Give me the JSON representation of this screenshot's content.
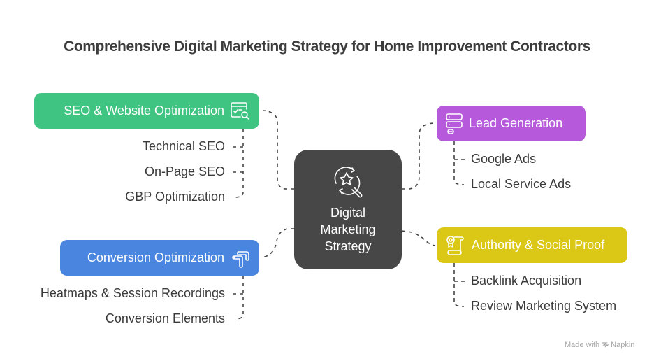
{
  "title": "Comprehensive Digital Marketing Strategy for Home Improvement Contractors",
  "center": {
    "lines": [
      "Digital",
      "Marketing",
      "Strategy"
    ],
    "icon": "star-search-refresh-icon"
  },
  "branches": {
    "seo": {
      "label": "SEO & Website Optimization",
      "icon": "website-search-icon",
      "color": "#3fc482",
      "children": [
        "Technical SEO",
        "On-Page SEO",
        "GBP Optimization"
      ]
    },
    "conversion": {
      "label": "Conversion Optimization",
      "icon": "hand-pointer-icon",
      "color": "#4a86e0",
      "children": [
        "Heatmaps & Session Recordings",
        "Conversion Elements"
      ]
    },
    "lead": {
      "label": "Lead Generation",
      "icon": "server-stack-icon",
      "color": "#b65adb",
      "children": [
        "Google Ads",
        "Local Service Ads"
      ]
    },
    "authority": {
      "label": "Authority & Social Proof",
      "icon": "certificate-scroll-icon",
      "color": "#dbc716",
      "children": [
        "Backlink Acquisition",
        "Review Marketing System"
      ]
    }
  },
  "footer": {
    "made_with": "Made with",
    "brand": "Napkin"
  }
}
